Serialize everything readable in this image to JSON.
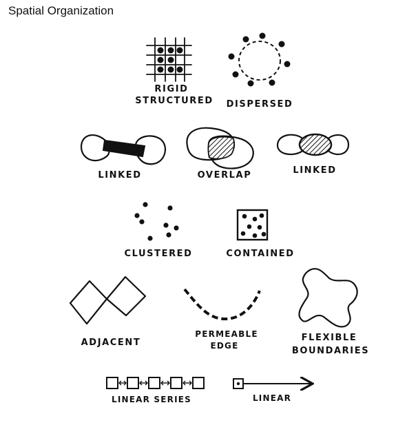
{
  "title": "Spatial Organization",
  "labels": {
    "rigid_structured": [
      "RIGID",
      "STRUCTURED"
    ],
    "dispersed": "DISPERSED",
    "linked_left": "LINKED",
    "overlap": "OVERLAP",
    "linked_right": "LINKED",
    "clustered": "CLUSTERED",
    "contained": "CONTAINED",
    "adjacent": "ADJACENT",
    "permeable_edge": [
      "PERMEABLE",
      "EDGE"
    ],
    "flexible_boundaries": [
      "FLEXIBLE",
      "BOUNDARIES"
    ],
    "linear_series": "LINEAR SERIES",
    "linear": "LINEAR"
  },
  "colors": {
    "ink": "#111111",
    "background": "#ffffff"
  }
}
